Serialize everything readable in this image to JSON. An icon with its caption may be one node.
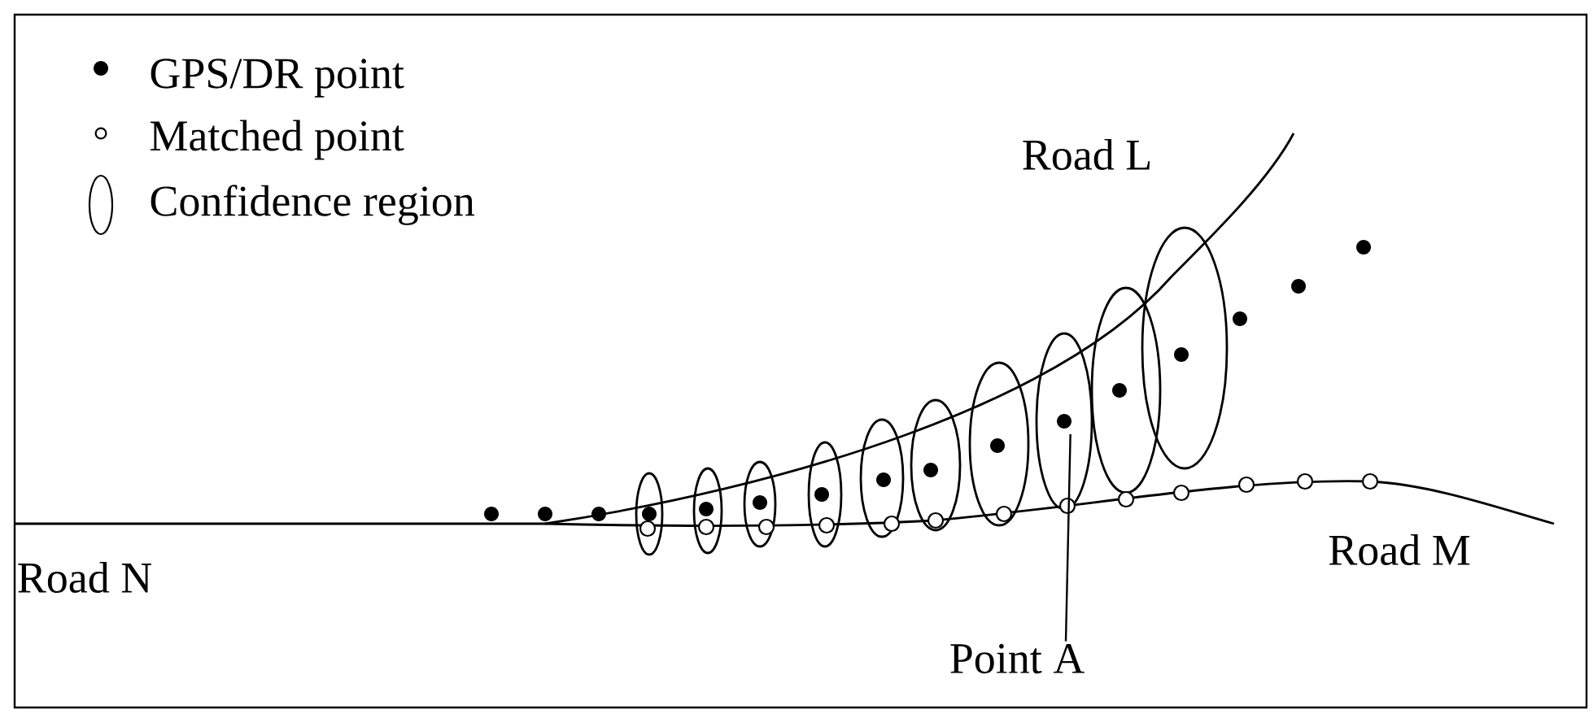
{
  "diagram": {
    "nodes": [
      {
        "text": [
          "Point A"
        ]
      },
      {
        "text": [],
        "shape": "circle"
      }
    ],
    "edges": [
      {
        "from": 0,
        "to": 1,
        "arrow": "none"
      }
    ],
    "labels": [
      "Road L",
      "Road M",
      "Road N"
    ],
    "legend": [
      {
        "text": "GPS/DR point"
      },
      {
        "text": "Matched point"
      },
      {
        "text": "Confidence region"
      }
    ]
  }
}
